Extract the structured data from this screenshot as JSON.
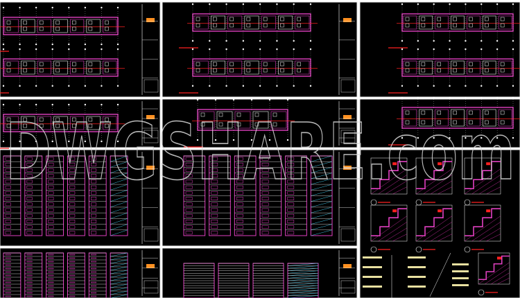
{
  "watermark": {
    "text": "DWGSHARE.com"
  },
  "colors": {
    "background": "#000000",
    "sheet_border": "#e8e8e8",
    "wall": "#e040c0",
    "line": "#ffffff",
    "axis": "#ff2020",
    "accent": "#ff9020",
    "hatch": "#c02a9a",
    "cyan": "#40c0e0"
  },
  "sheets": [
    {
      "type": "floor-plan"
    },
    {
      "type": "floor-plan"
    },
    {
      "type": "floor-plan"
    },
    {
      "type": "elevation"
    },
    {
      "type": "elevation"
    },
    {
      "type": "stair-details"
    }
  ]
}
